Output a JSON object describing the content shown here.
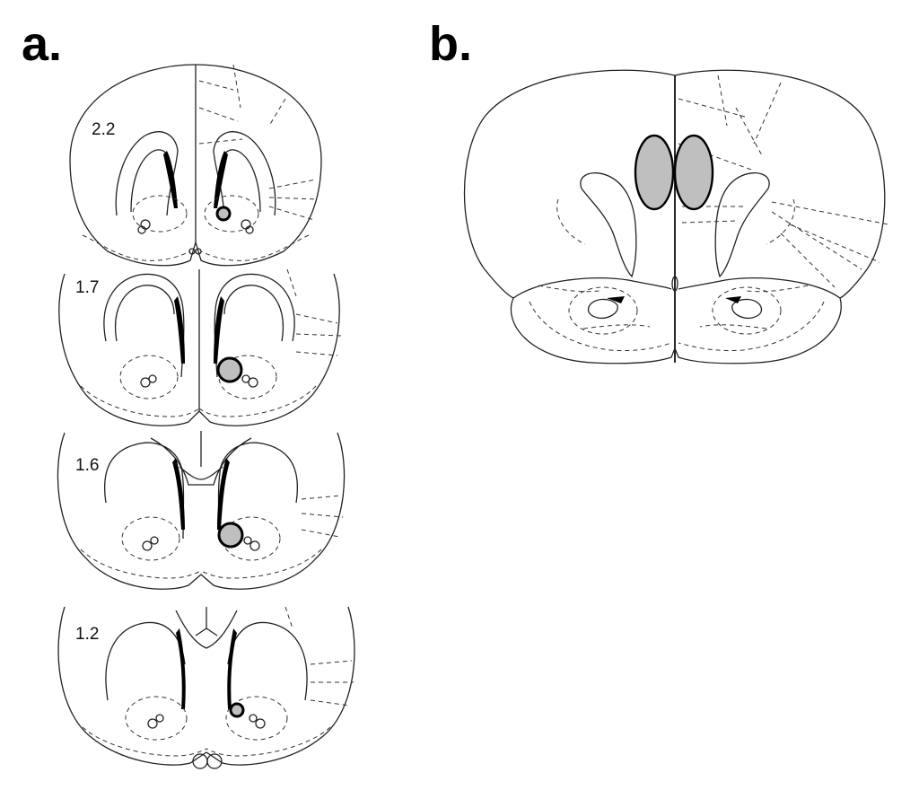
{
  "panels": {
    "a": {
      "label": "a."
    },
    "b": {
      "label": "b."
    }
  },
  "sections": [
    {
      "label": "2.2",
      "lesion": "small"
    },
    {
      "label": "1.7",
      "lesion": "large"
    },
    {
      "label": "1.6",
      "lesion": "large"
    },
    {
      "label": "1.2",
      "lesion": "small"
    }
  ],
  "colors": {
    "lesion_fill": "#bfbfbf",
    "outline": "#222222",
    "background": "#ffffff"
  }
}
